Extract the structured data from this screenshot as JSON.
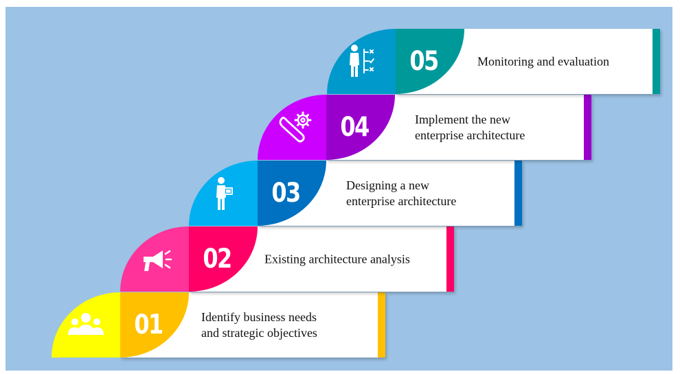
{
  "steps": [
    {
      "number": "01",
      "label": "Identify business needs\nand strategic objectives",
      "icon": "people-group-icon",
      "light_color": "#ffff00",
      "dark_color": "#ffc000",
      "stripe_color": "#ffc000"
    },
    {
      "number": "02",
      "label": "Existing architecture analysis",
      "icon": "megaphone-icon",
      "light_color": "#ff3399",
      "dark_color": "#ff0066",
      "stripe_color": "#ff0066"
    },
    {
      "number": "03",
      "label": "Designing a new\nenterprise architecture",
      "icon": "person-with-board-icon",
      "light_color": "#00b0f0",
      "dark_color": "#0070c0",
      "stripe_color": "#0070c0"
    },
    {
      "number": "04",
      "label": "Implement the new\nenterprise architecture",
      "icon": "wrench-gear-icon",
      "light_color": "#cc00ff",
      "dark_color": "#9900cc",
      "stripe_color": "#9900cc"
    },
    {
      "number": "05",
      "label": "Monitoring and evaluation",
      "icon": "person-checklist-icon",
      "light_color": "#0099cc",
      "dark_color": "#009999",
      "stripe_color": "#009999"
    }
  ]
}
